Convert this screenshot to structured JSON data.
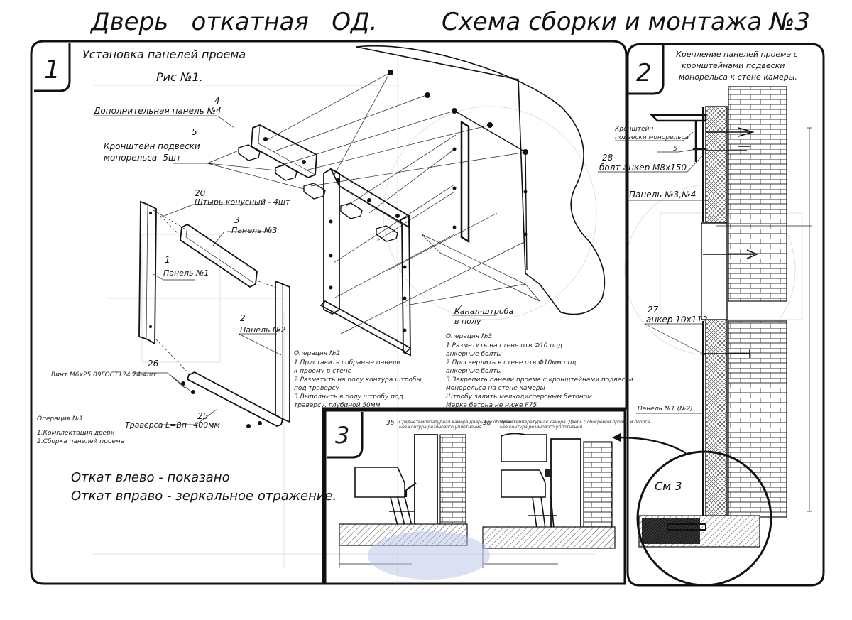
{
  "header": {
    "title_left": "Дверь   откатная   ОД.",
    "title_right": "Схема сборки и монтажа №3"
  },
  "panel1": {
    "number": "1",
    "heading": "Установка панелей проема",
    "subheading": "Рис №1.",
    "labels": {
      "part4_num": "4",
      "part4": "Дополнительная панель №4",
      "part5_num": "5",
      "part5_line1": "Кронштейн подвески",
      "part5_line2": "монорельса -5шт",
      "part20_num": "20",
      "part20": "Штырь конусный - 4шт",
      "part3_num": "3",
      "part3": "Панель №3",
      "part1_num": "1",
      "part1": "Панель №1",
      "part2_num": "2",
      "part2": "Панель №2",
      "part26_num": "26",
      "part26": "Винт М6х25.09ГОСТ174.74-4шт",
      "part25_num": "25",
      "part25": "Траверса  L=Bп+400мм",
      "canal_line1": "Канал-штроба",
      "canal_line2": "в полу"
    },
    "operation1": {
      "title": "Операция №1",
      "lines": [
        "1.Комплектация двери",
        "2.Сборка панелей проема"
      ]
    },
    "operation2": {
      "title": "Операция №2",
      "lines": [
        "1.Приставить собраные панели",
        "к проему в стене",
        "2.Разметить на полу контура штробы",
        "под траверсу",
        "3.Выполнить в полу штробу под",
        "траверсу, глубиной 50мм"
      ]
    },
    "operation3": {
      "title": "Операция №3",
      "lines": [
        "1.Разметить на стене отв.Ф10 под",
        "анкерные болты",
        "2.Просверлить в стене отв.Ф10мм    под",
        "анкерные болты",
        "3.Закрепить панели проема с кронштейнами подвески",
        "монорельса на стене камеры",
        "Штробу залить мелкодисперсным бетоном",
        "Марка бетона не ниже   F75"
      ]
    },
    "note_line1": "Откат влево - показано",
    "note_line2": "Откат вправо - зеркальное отражение."
  },
  "panel2": {
    "number": "2",
    "heading_line1": "Крепление панелей проема с",
    "heading_line2": "кронштейнами подвески",
    "heading_line3": "монорельса к стене камеры.",
    "labels": {
      "bracket_line1": "Кронштейн",
      "bracket_line2": "подвески монорельса",
      "bracket_num": "5",
      "bolt_num": "28",
      "bolt": "болт-анкер М8х150",
      "panel34": "Панель №3,№4",
      "anchor_num": "27",
      "anchor": "анкер 10х112",
      "panel12": "Панель №1 (№2)",
      "see3": "См 3"
    }
  },
  "panel3": {
    "number": "3",
    "sub_a": "3б",
    "sub_a_note1": "Среднетемпературная камера.Дверь без обогрева",
    "sub_a_note2": "Без контура резинового уплотнения",
    "sub_b": "3а",
    "sub_b_note1": "Низкотемпературная камера. Дверь с обогревом проема и порога",
    "sub_b_note2": "Без контура резинового уплотнения"
  }
}
